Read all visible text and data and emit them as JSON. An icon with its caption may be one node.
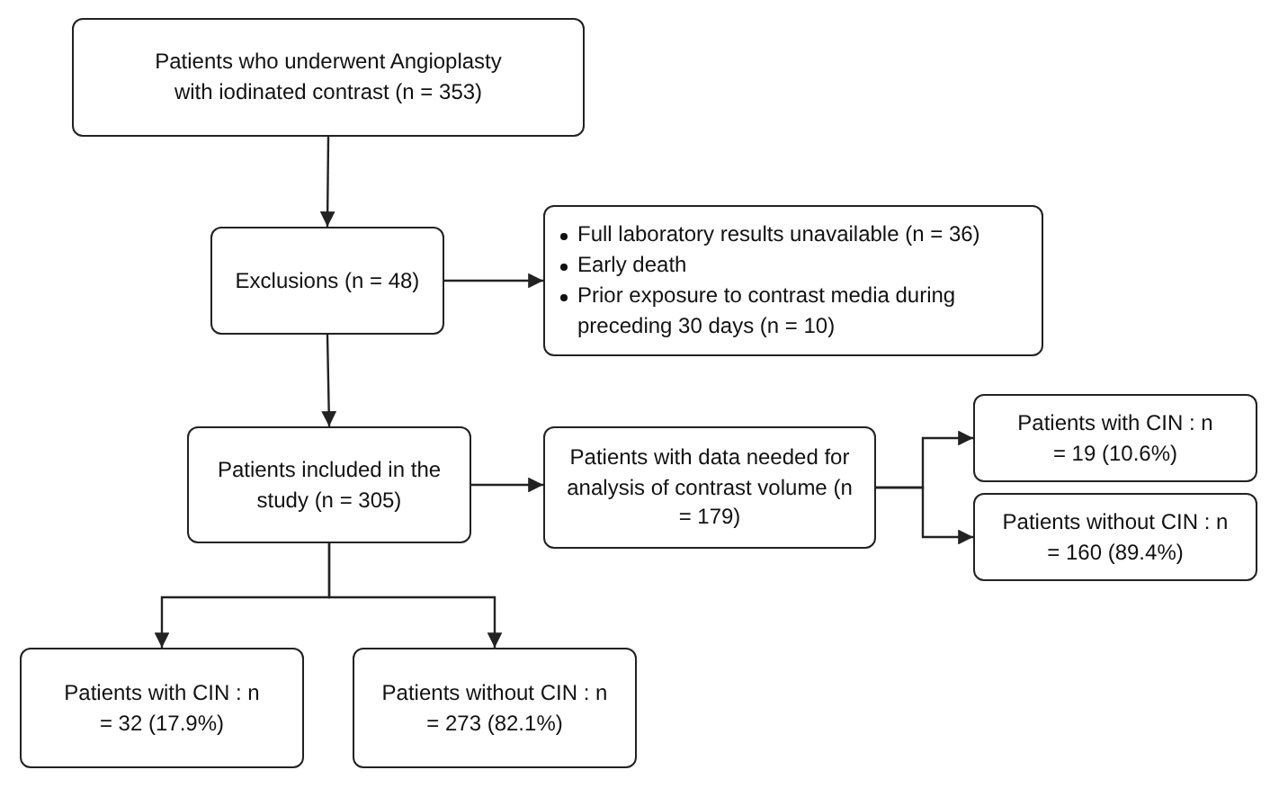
{
  "diagram": {
    "nodes": [
      {
        "text": [
          "Patients who underwent Angioplasty with iodinated contrast (n = 353)"
        ]
      },
      {
        "text": [
          "Exclusions (n = 48)"
        ]
      },
      {
        "text": [
          "Full laboratory results unavailable (n = 36)",
          "Early death",
          "Prior exposure to contrast media during preceding 30 days (n = 10)"
        ]
      },
      {
        "text": [
          "Patients included in the study (n = 305)"
        ]
      },
      {
        "text": [
          "Patients with data needed for analysis of contrast volume (n = 179)"
        ]
      },
      {
        "text": [
          "Patients with CIN : n = 19 (10.6%)"
        ]
      },
      {
        "text": [
          "Patients without CIN : n = 160 (89.4%)"
        ]
      },
      {
        "text": [
          "Patients with CIN : n = 32 (17.9%)"
        ]
      },
      {
        "text": [
          "Patients without CIN : n = 273 (82.1%)"
        ]
      }
    ],
    "edges": [
      {
        "from": 0,
        "to": 1,
        "arrow": "to"
      },
      {
        "from": 1,
        "to": 2,
        "arrow": "to"
      },
      {
        "from": 1,
        "to": 3,
        "arrow": "to"
      },
      {
        "from": 3,
        "to": 4,
        "arrow": "to"
      },
      {
        "from": 4,
        "to": 5,
        "arrow": "to"
      },
      {
        "from": 4,
        "to": 6,
        "arrow": "to"
      },
      {
        "from": 3,
        "to": 7,
        "arrow": "to"
      },
      {
        "from": 3,
        "to": 8,
        "arrow": "to"
      }
    ]
  }
}
